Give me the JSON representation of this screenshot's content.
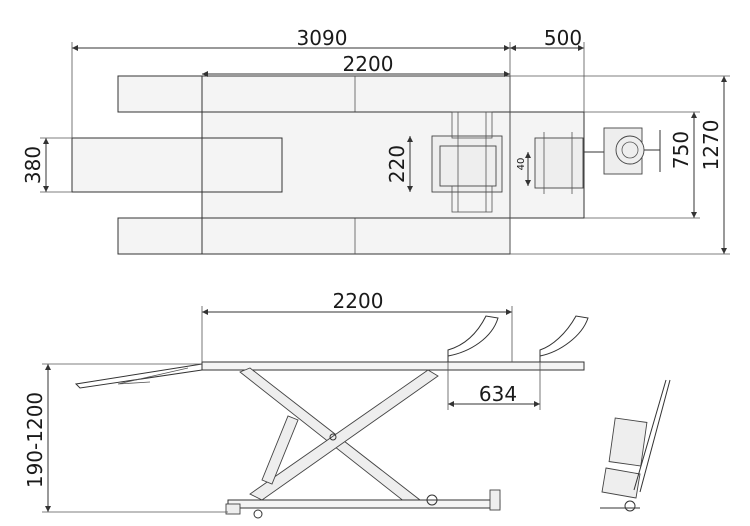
{
  "top_view": {
    "overall_length": "3090",
    "ramp_extension": "500",
    "platform_length": "2200",
    "front_width": "380",
    "clamp_width": "220",
    "clamp_gap": "40",
    "inner_width": "750",
    "overall_width": "1270"
  },
  "side_view": {
    "platform_length": "2200",
    "front_extension": "634",
    "height_range": "190-1200"
  }
}
